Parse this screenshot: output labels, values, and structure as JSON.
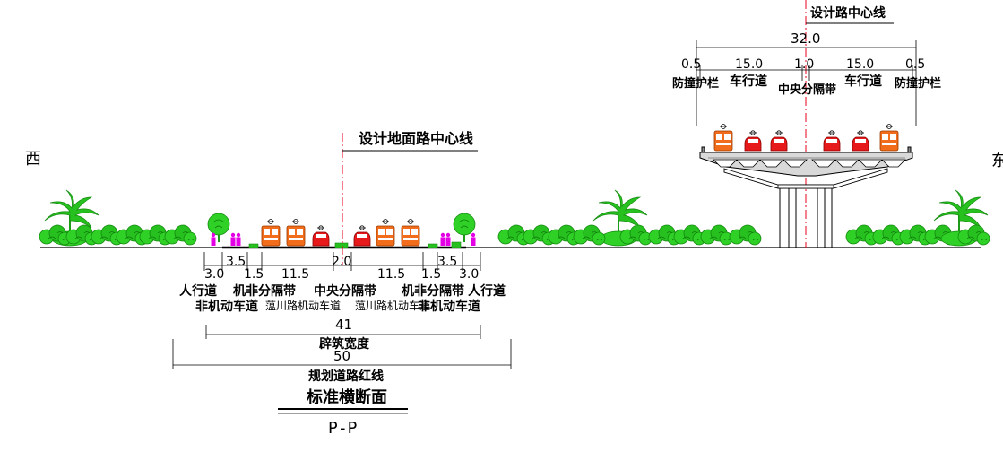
{
  "directions": {
    "west": "西",
    "east": "东"
  },
  "ground_section": {
    "center_line_label": "设计地面路中心线",
    "dimensions_top": [
      "3.5",
      "1.5",
      "11.5",
      "2.0",
      "11.5",
      "1.5",
      "3.5"
    ],
    "dimensions_bottom": [
      "3.0",
      "3.0"
    ],
    "lane_labels_row1": [
      "人行道",
      "机非分隔带",
      "中央分隔带",
      "机非分隔带",
      "人行道"
    ],
    "lane_labels_row2": [
      "非机动车道",
      "蕰川路机动车道",
      "蕰川路机动车道",
      "非机动车道"
    ],
    "building_width_value": "41",
    "building_width_label": "辟筑宽度",
    "red_line_width_value": "50",
    "red_line_label": "规划道路红线"
  },
  "elevated_section": {
    "center_line_label": "设计路中心线",
    "total_width": "32.0",
    "dimensions": [
      "0.5",
      "15.0",
      "1.0",
      "15.0",
      "0.5"
    ],
    "labels": [
      "防撞护栏",
      "车行道",
      "中央分隔带",
      "车行道",
      "防撞护栏"
    ]
  },
  "section_title": "标准横断面",
  "section_id": "P-P",
  "colors": {
    "centerline": "#e8001c",
    "tree_green": "#27c11f",
    "bus_orange": "#f26d1b",
    "car_red": "#e61a1a",
    "pedestrian_magenta": "#e400e4",
    "deck_gray": "#8c8c8c",
    "pier_gray": "#a6a6a6"
  }
}
